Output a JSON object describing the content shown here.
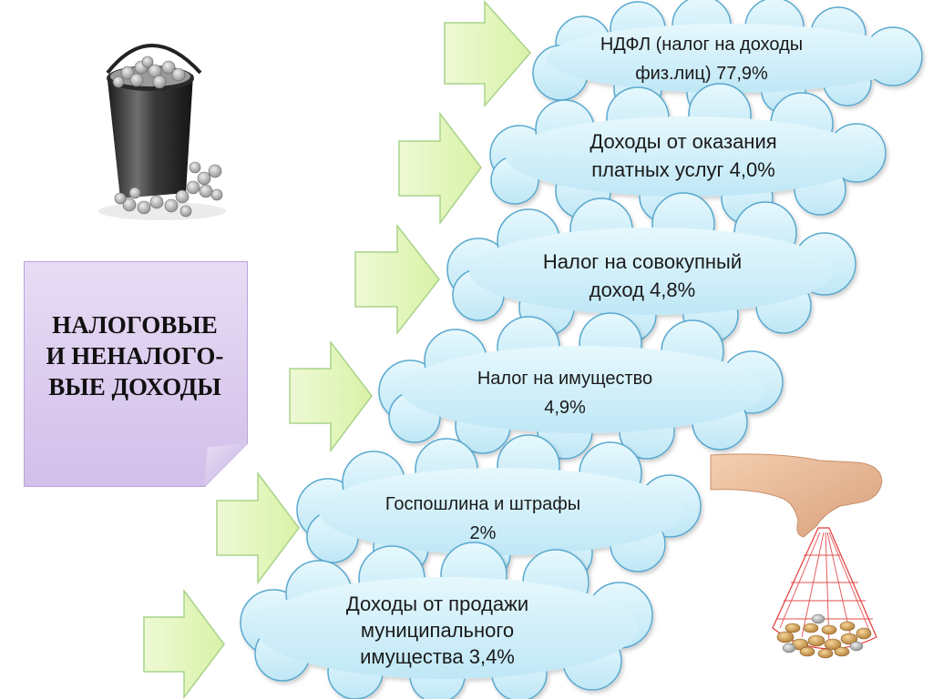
{
  "title_box": {
    "lines": [
      "НАЛОГОВЫЕ",
      "И НЕНАЛОГО-",
      "ВЫЕ  ДОХОДЫ"
    ]
  },
  "clouds": [
    {
      "lines": [
        "НДФЛ (налог на доходы",
        "физ.лиц)   77,9%"
      ]
    },
    {
      "lines": [
        "Доходы от оказания",
        "платных услуг 4,0%"
      ]
    },
    {
      "lines": [
        "Налог на совокупный",
        "доход 4,8%"
      ]
    },
    {
      "lines": [
        "Налог на имущество",
        "4,9%"
      ]
    },
    {
      "lines": [
        "Госпошлина и штрафы",
        "2%"
      ]
    },
    {
      "lines": [
        "Доходы от продажи",
        "муниципального",
        "имущества 3,4%"
      ]
    }
  ],
  "images": {
    "bucket": "bucket-of-coins",
    "bag": "hand-holding-net-bag-of-coins"
  },
  "colors": {
    "note_fill": "#dccbef",
    "note_border": "#b9a3d8",
    "cloud_fill": "#cfeffa",
    "cloud_stroke": "#5aa9cf",
    "arrow_fill": "#e4f7bd",
    "arrow_stroke": "#a9d28a"
  }
}
